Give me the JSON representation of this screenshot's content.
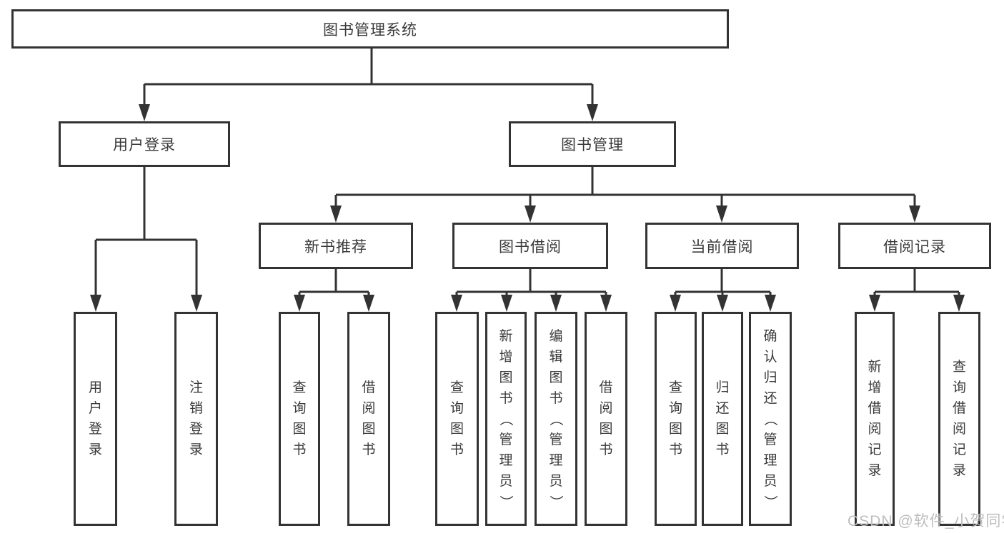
{
  "colors": {
    "line": "#333333",
    "box_border": "#333333",
    "text": "#3a3a3a",
    "watermark": "#bdbdbd",
    "background": "#ffffff"
  },
  "watermark": {
    "text": "CSDN @软件_小贺同学"
  },
  "tree": {
    "root": {
      "label": "图书管理系统",
      "children": [
        {
          "label": "用户登录",
          "children": [
            {
              "label": "用户登录"
            },
            {
              "label": "注销登录"
            }
          ]
        },
        {
          "label": "图书管理",
          "children": [
            {
              "label": "新书推荐",
              "children": [
                {
                  "label": "查询图书"
                },
                {
                  "label": "借阅图书"
                }
              ]
            },
            {
              "label": "图书借阅",
              "children": [
                {
                  "label": "查询图书"
                },
                {
                  "label": "新增图书（管理员）"
                },
                {
                  "label": "编辑图书（管理员）"
                },
                {
                  "label": "借阅图书"
                }
              ]
            },
            {
              "label": "当前借阅",
              "children": [
                {
                  "label": "查询图书"
                },
                {
                  "label": "归还图书"
                },
                {
                  "label": "确认归还（管理员）"
                }
              ]
            },
            {
              "label": "借阅记录",
              "children": [
                {
                  "label": "新增借阅记录"
                },
                {
                  "label": "查询借阅记录"
                }
              ]
            }
          ]
        }
      ]
    }
  }
}
